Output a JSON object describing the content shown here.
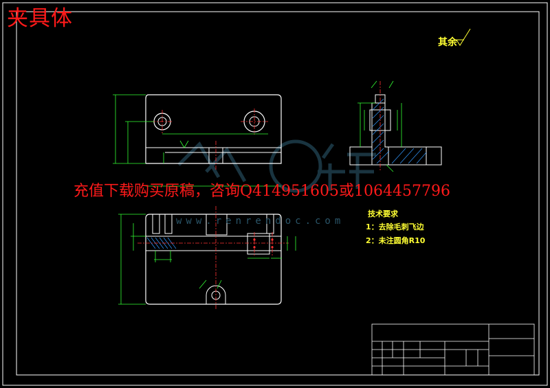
{
  "drawing": {
    "title": "夹具体",
    "roughness_note": "其余",
    "promo_text": "充值下载购买原稿，咨询Q414951605或1064457796",
    "site_url": "www.renrendoc.com",
    "tech_requirements": {
      "heading": "技术要求",
      "items": [
        "1：去除毛刺飞边",
        "2：未注圆角R10"
      ]
    }
  },
  "colors": {
    "background": "#000000",
    "frame": "#ffffff",
    "outline": "#ffffff",
    "dimension": "#33ff33",
    "centerline": "#ff3333",
    "hatch": "#3399ff",
    "annotation": "#ffff33",
    "title_red": "#ff1a1a",
    "watermark": "#2f5f75"
  },
  "icons": [
    "surface-roughness-icon",
    "watermark-logo-icon"
  ]
}
